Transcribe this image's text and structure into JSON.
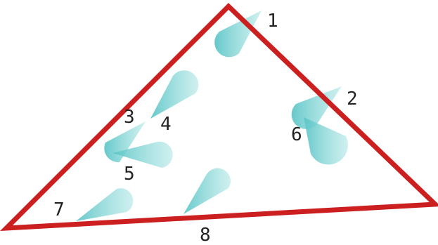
{
  "diagram": {
    "triangle_color": "#cc1f1f",
    "cone_color": "#5ec6c8",
    "labels": {
      "l1": "1",
      "l2": "2",
      "l3": "3",
      "l4": "4",
      "l5": "5",
      "l6": "6",
      "l7": "7",
      "l8": "8"
    }
  }
}
